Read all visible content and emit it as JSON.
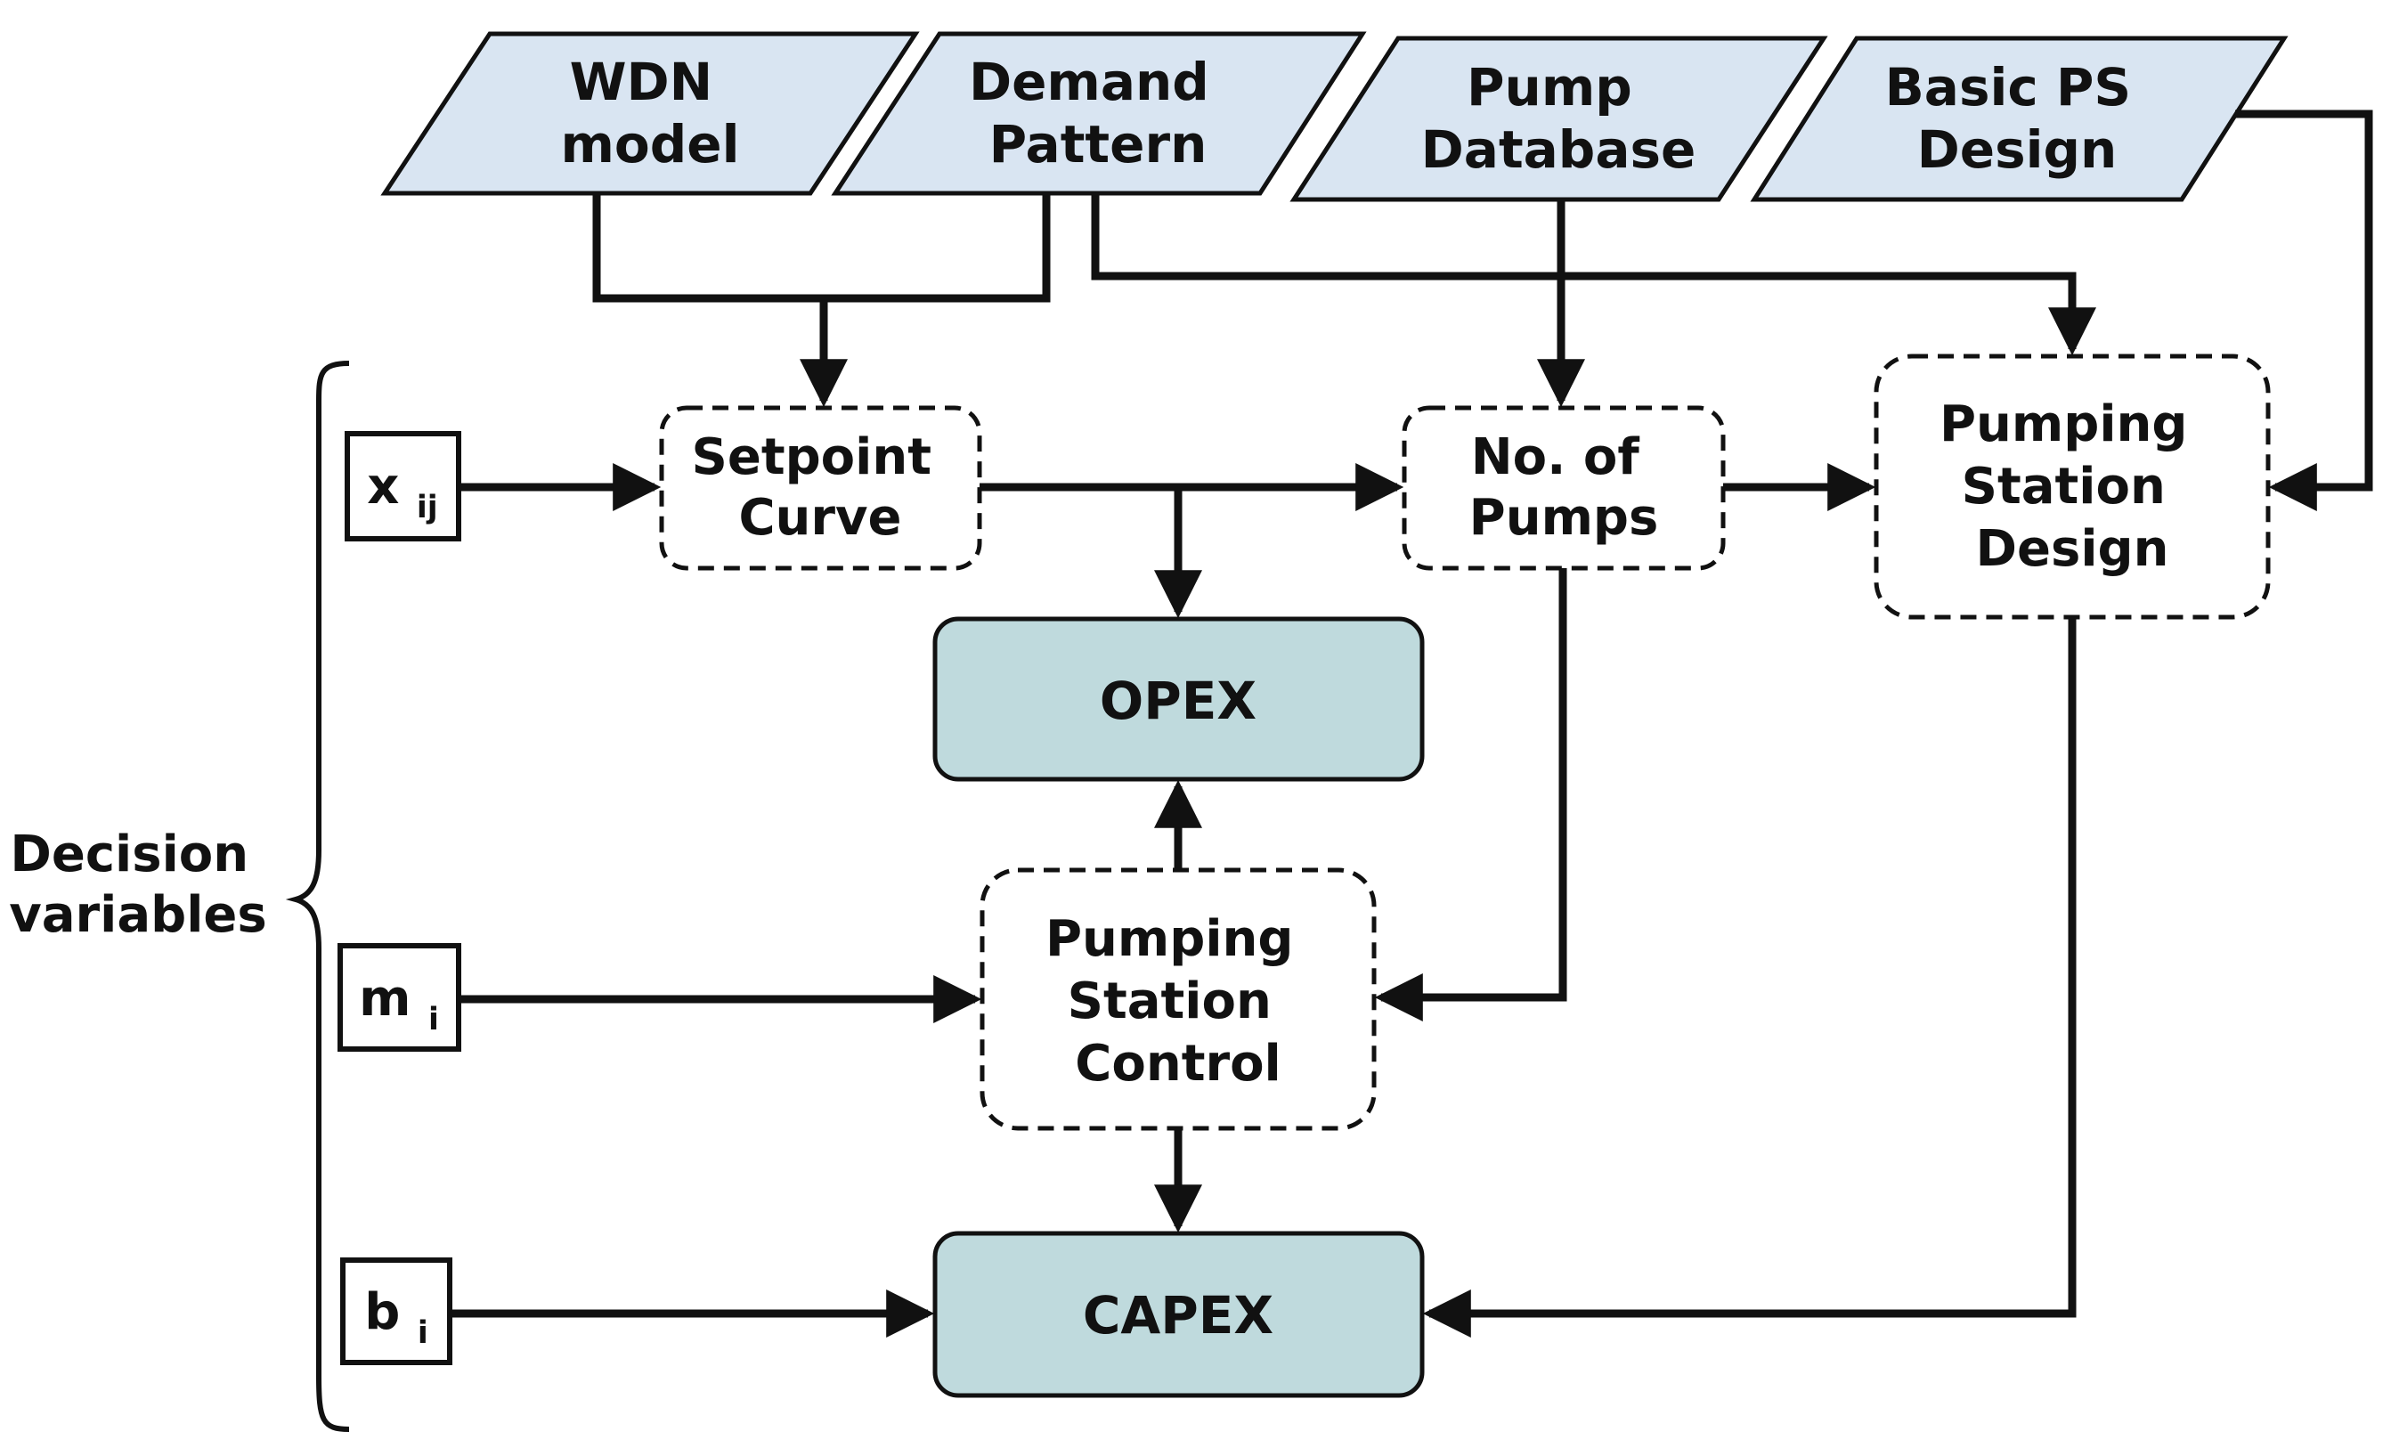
{
  "colors": {
    "input_fill": "#d9e5f2",
    "cost_fill": "#bfdadd",
    "stroke": "#111111",
    "text": "#111111",
    "background": "#ffffff"
  },
  "inputs": {
    "wdn_model": [
      "WDN",
      "model"
    ],
    "demand_pattern": [
      "Demand",
      "Pattern"
    ],
    "pump_database": [
      "Pump",
      "Database"
    ],
    "basic_ps_design": [
      "Basic PS",
      "Design"
    ]
  },
  "processes": {
    "setpoint_curve": [
      "Setpoint",
      "Curve"
    ],
    "no_of_pumps": [
      "No. of",
      "Pumps"
    ],
    "pumping_station_design": [
      "Pumping",
      "Station",
      "Design"
    ],
    "pumping_station_control": [
      "Pumping",
      "Station",
      "Control"
    ]
  },
  "outputs": {
    "opex": "OPEX",
    "capex": "CAPEX"
  },
  "decision_variables": {
    "label": [
      "Decision",
      "variables"
    ],
    "x": {
      "base": "x",
      "sub": "ij"
    },
    "m": {
      "base": "m",
      "sub": "i"
    },
    "b": {
      "base": "b",
      "sub": "i"
    }
  }
}
